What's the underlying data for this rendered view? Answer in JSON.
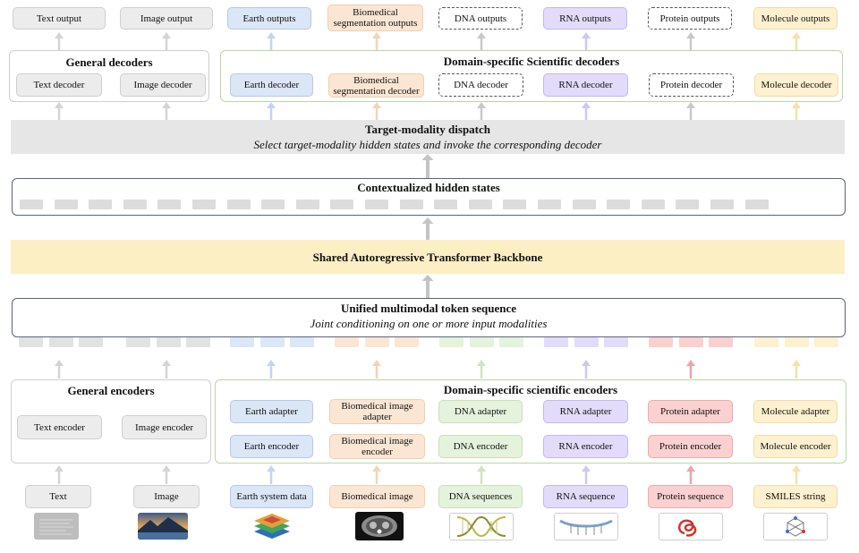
{
  "outputs": [
    "Text output",
    "Image output",
    "Earth outputs",
    "Biomedical segmentation outputs",
    "DNA outputs",
    "RNA outputs",
    "Protein outputs",
    "Molecule outputs"
  ],
  "general_decoders": {
    "title": "General decoders",
    "items": [
      "Text decoder",
      "Image decoder"
    ]
  },
  "scientific_decoders": {
    "title": "Domain-specific Scientific decoders",
    "items": [
      "Earth decoder",
      "Biomedical segmentation decoder",
      "DNA  decoder",
      "RNA decoder",
      "Protein decoder",
      "Molecule decoder"
    ]
  },
  "dispatch": {
    "title": "Target-modality dispatch",
    "subtitle": "Select target-modality hidden states and invoke the corresponding decoder"
  },
  "hidden_states": {
    "title": "Contextualized hidden states"
  },
  "backbone": {
    "title": "Shared Autoregressive Transformer Backbone"
  },
  "token_sequence": {
    "title": "Unified multimodal token sequence",
    "subtitle": "Joint conditioning on one or more input modalities"
  },
  "general_encoders": {
    "title": "General encoders",
    "items": [
      "Text encoder",
      "Image encoder"
    ]
  },
  "scientific_encoders": {
    "title": "Domain-specific scientific encoders",
    "adapters": [
      "Earth adapter",
      "Biomedical image adapter",
      "DNA adapter",
      "RNA adapter",
      "Protein adapter",
      "Molecule adapter"
    ],
    "encoders": [
      "Earth encoder",
      "Biomedical image encoder",
      "DNA encoder",
      "RNA encoder",
      "Protein encoder",
      "Molecule encoder"
    ]
  },
  "inputs": [
    "Text",
    "Image",
    "Earth system data",
    "Biomedical image",
    "DNA sequences",
    "RNA sequence",
    "Protein sequence",
    "SMILES string"
  ],
  "colors": {
    "gray": "#ececec",
    "earth": "#dbe6f6",
    "biomedical": "#fbe6d3",
    "dna": "#e5f2dc",
    "rna": "#e2dcfa",
    "protein": "#fbd0d0",
    "molecule": "#fdf1cf",
    "backbone": "#fdefc4",
    "dispatch": "#e6e6e6"
  },
  "thumbnails": [
    "text-document-icon",
    "landscape-image-icon",
    "earth-data-layers-icon",
    "ct-scan-image-icon",
    "dna-helix-icon",
    "rna-strand-icon",
    "protein-structure-icon",
    "molecule-structure-icon"
  ]
}
